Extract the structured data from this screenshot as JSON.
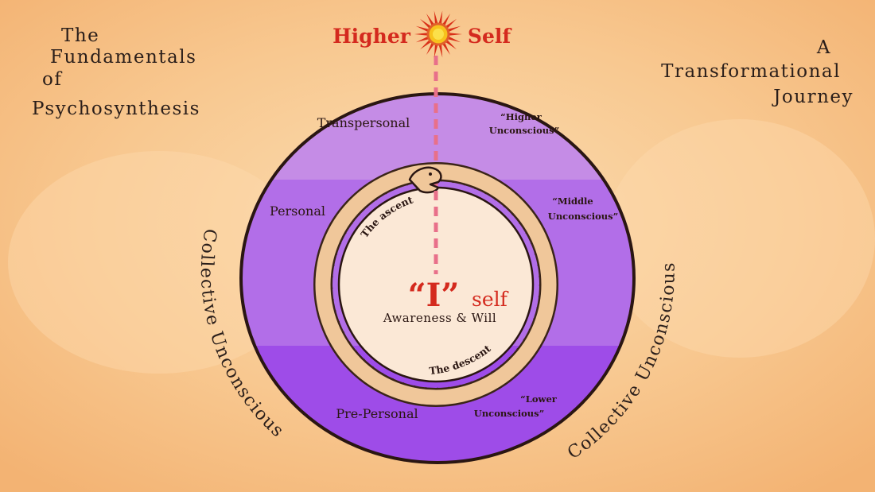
{
  "corner_titles": {
    "left": [
      "The",
      "Fundamentals",
      "of",
      "Psychosynthesis"
    ],
    "right": [
      "A",
      "Transformational",
      "Journey"
    ]
  },
  "top": {
    "higher": "Higher",
    "self": "Self"
  },
  "levels": {
    "transpersonal": "Transpersonal",
    "personal": "Personal",
    "pre_personal": "Pre-Personal"
  },
  "unconscious": {
    "higher": [
      "“Higher",
      "Unconscious”"
    ],
    "middle": [
      "“Middle",
      "Unconscious”"
    ],
    "lower": [
      "“Lower",
      "Unconscious”"
    ]
  },
  "collective": {
    "left": "Collective Unconscious",
    "right": "Collective Unconscious"
  },
  "center": {
    "i": "“I”",
    "self": "self",
    "awareness": "Awareness & Will"
  },
  "snake": {
    "ascent": "The ascent",
    "descent": "The descent"
  },
  "colors": {
    "background": "#f6c48a",
    "band_top": "#c58ce6",
    "band_middle": "#b26ee8",
    "band_bottom": "#9e4ce8",
    "accent_red": "#d42a1e",
    "snake_body": "#f0c79a",
    "inner_fill": "#fbe8d6"
  },
  "icons": {
    "sun": "sun-icon",
    "snake": "ouroboros-icon"
  }
}
